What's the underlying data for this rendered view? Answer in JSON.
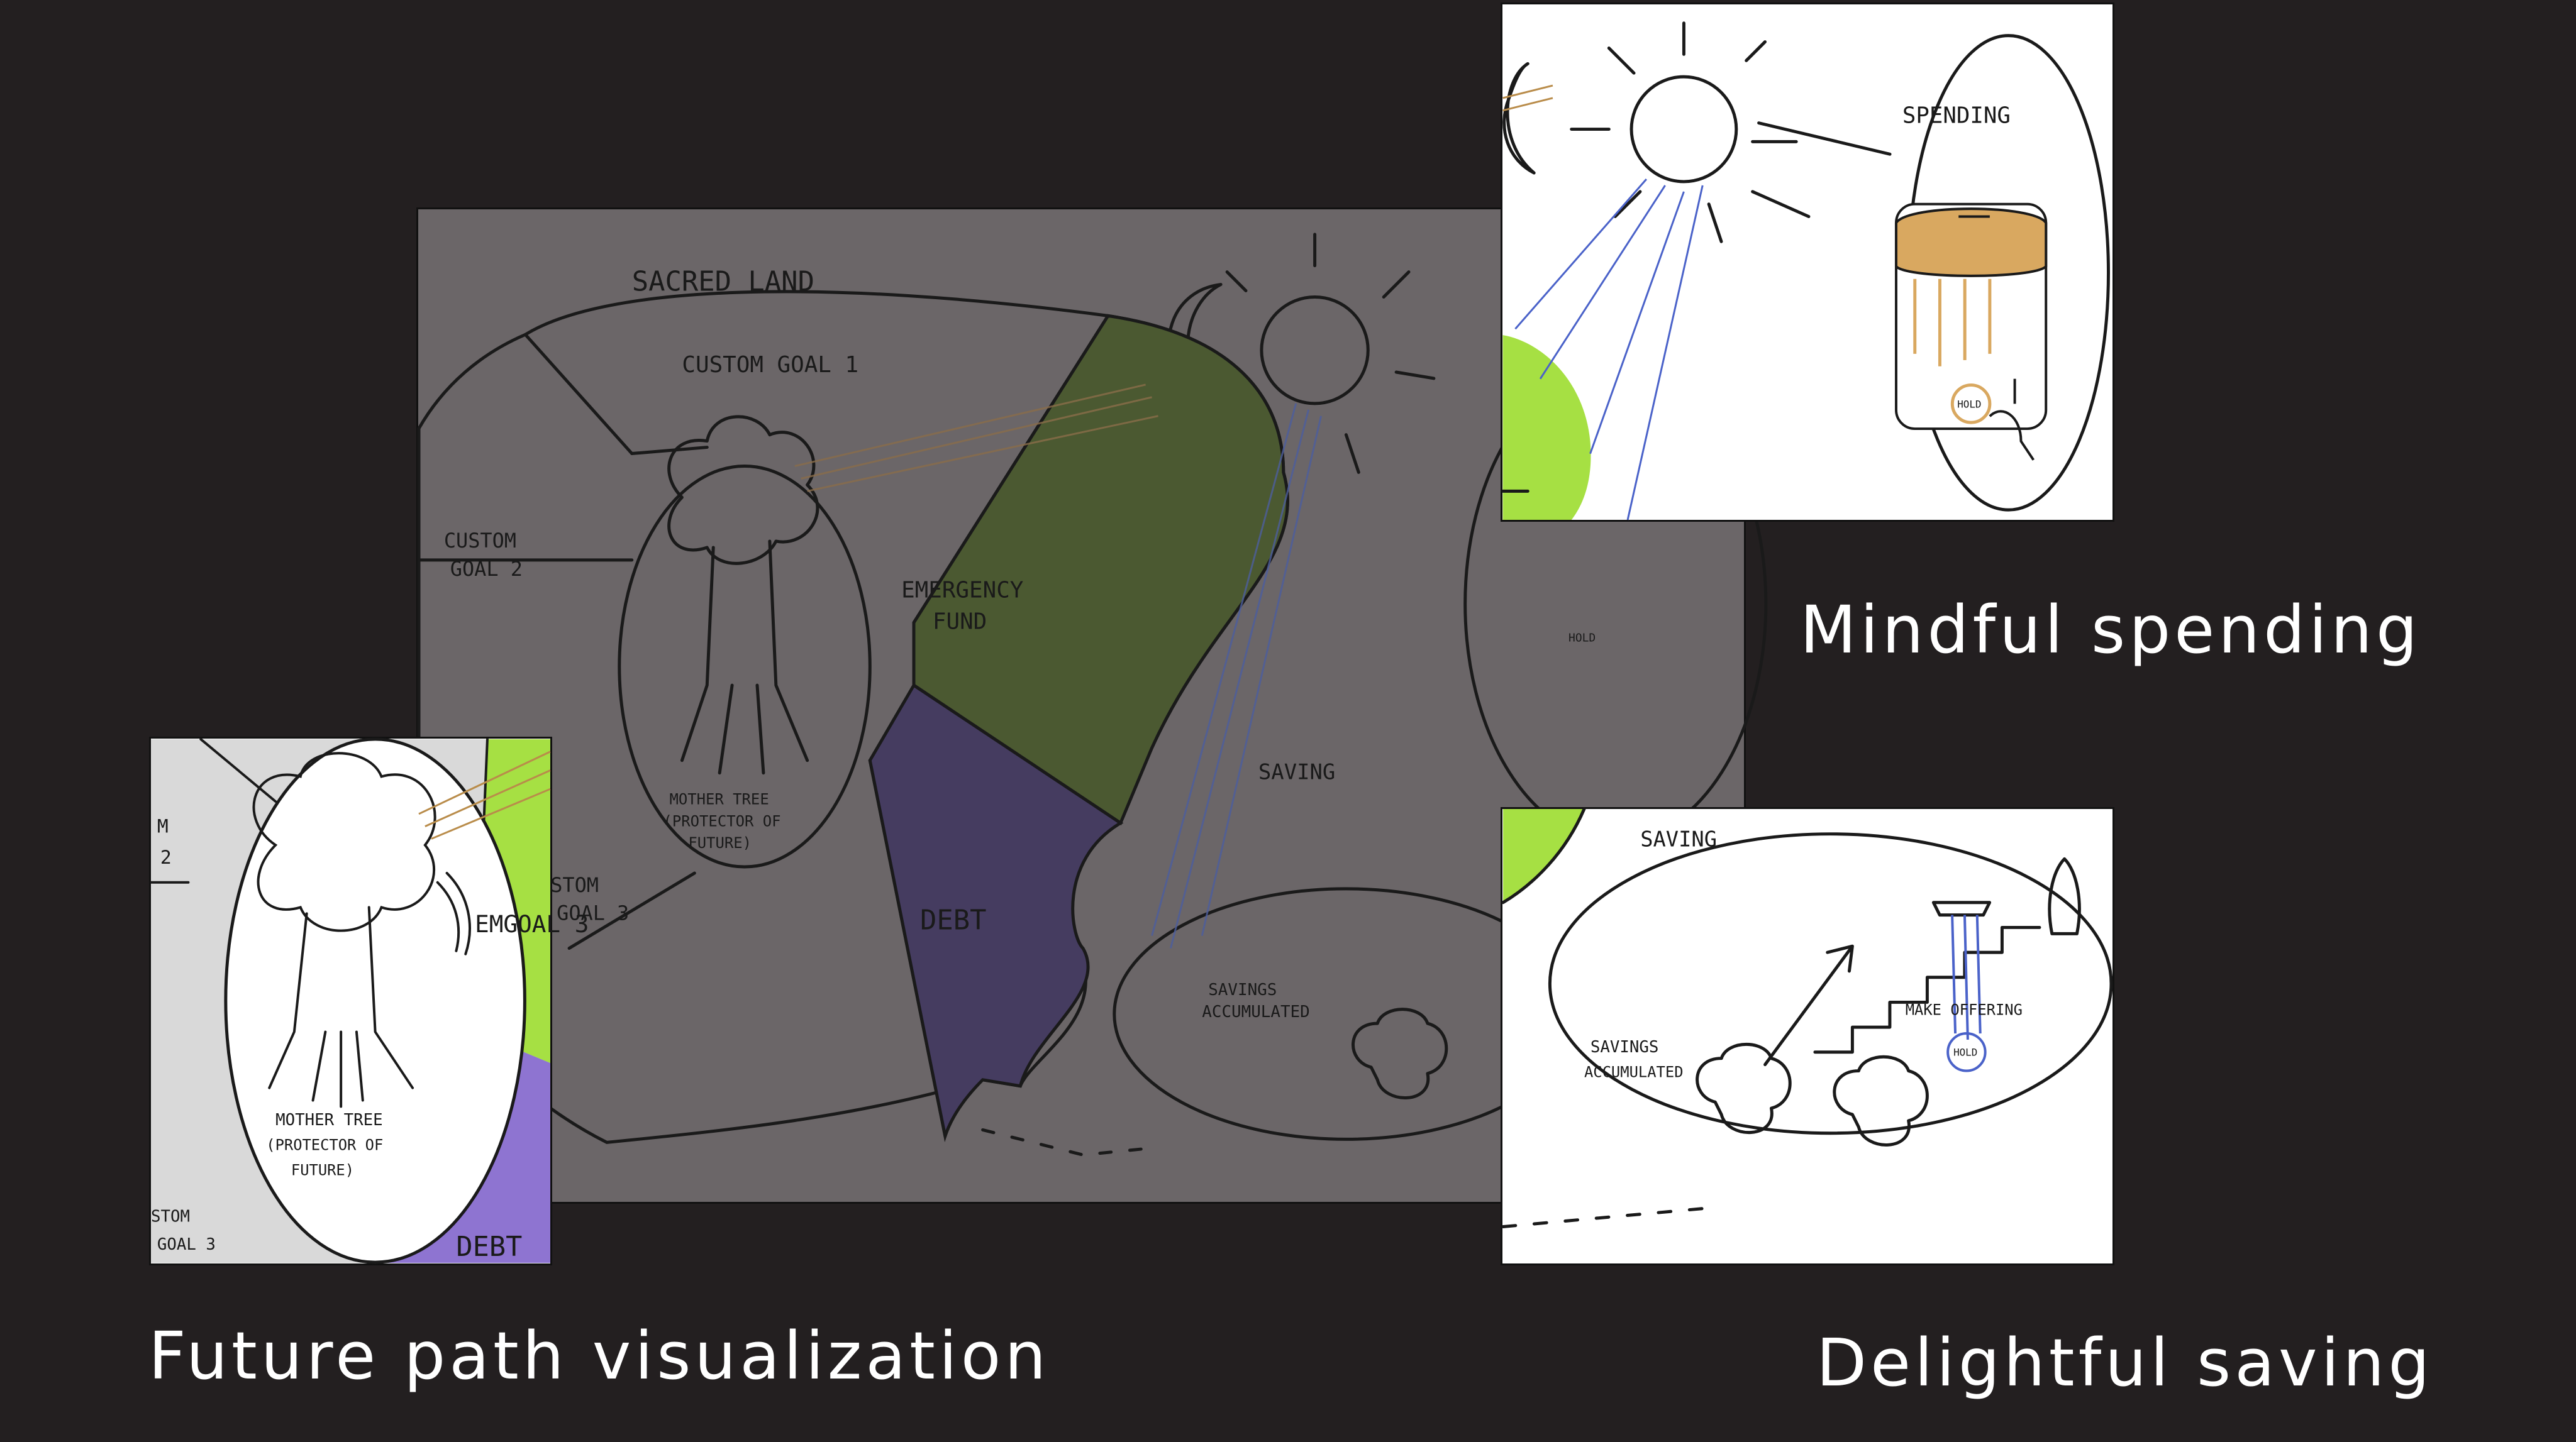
{
  "colors": {
    "background": "#231f20",
    "caption_text": "#ffffff",
    "sketch_bg": "#6b6668",
    "emergency_green": "#a6e043",
    "debt_purple": "#8e74d1",
    "coin_gold": "#d9a860",
    "hand_blue": "#4a62c9"
  },
  "captions": {
    "spending": "Mindful spending",
    "future": "Future path visualization",
    "saving": "Delightful saving"
  },
  "main_sketch": {
    "sacred_land": "SACRED LAND",
    "custom_goal_1": "CUSTOM GOAL 1",
    "custom_goal_2": [
      "CUSTOM",
      "GOAL 2"
    ],
    "custom_goal_3": [
      "STOM",
      "GOAL 3"
    ],
    "emergency_fund": [
      "EMERGENCY",
      "FUND"
    ],
    "debt": "DEBT",
    "mother_tree": [
      "MOTHER TREE",
      "(PROTECTOR OF",
      "FUTURE)"
    ],
    "saving": "SAVING",
    "savings_accumulated": [
      "SAVINGS",
      "ACCUMULATED"
    ],
    "hold": "HOLD"
  },
  "zoom_left": {
    "custom_goal_2": [
      "M",
      "2"
    ],
    "emergency": "EMGOAL 3",
    "mother_tree": [
      "MOTHER TREE",
      "(PROTECTOR OF",
      "FUTURE)"
    ],
    "custom_goal_3": [
      "STOM",
      "GOAL 3"
    ],
    "debt": "DEBT"
  },
  "zoom_spend": {
    "spending": "SPENDING",
    "hold": "HOLD"
  },
  "zoom_save": {
    "saving": "SAVING",
    "savings_accumulated": [
      "SAVINGS",
      "ACCUMULATED"
    ],
    "make_offering": "MAKE OFFERING",
    "hold": "HOLD"
  }
}
